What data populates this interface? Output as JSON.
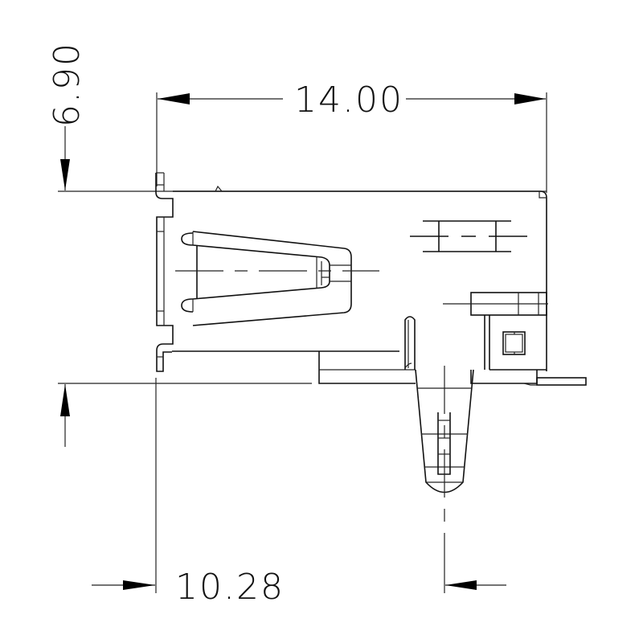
{
  "diagram": {
    "type": "mechanical-drawing",
    "subject": "connector side view",
    "background": "#ffffff",
    "line_color": "#111111",
    "dimensions": {
      "overall_length": {
        "value": "14.00",
        "orientation": "horizontal"
      },
      "height": {
        "value": "6.90",
        "orientation": "vertical"
      },
      "pin_offset": {
        "value": "10.28",
        "orientation": "horizontal"
      }
    }
  }
}
